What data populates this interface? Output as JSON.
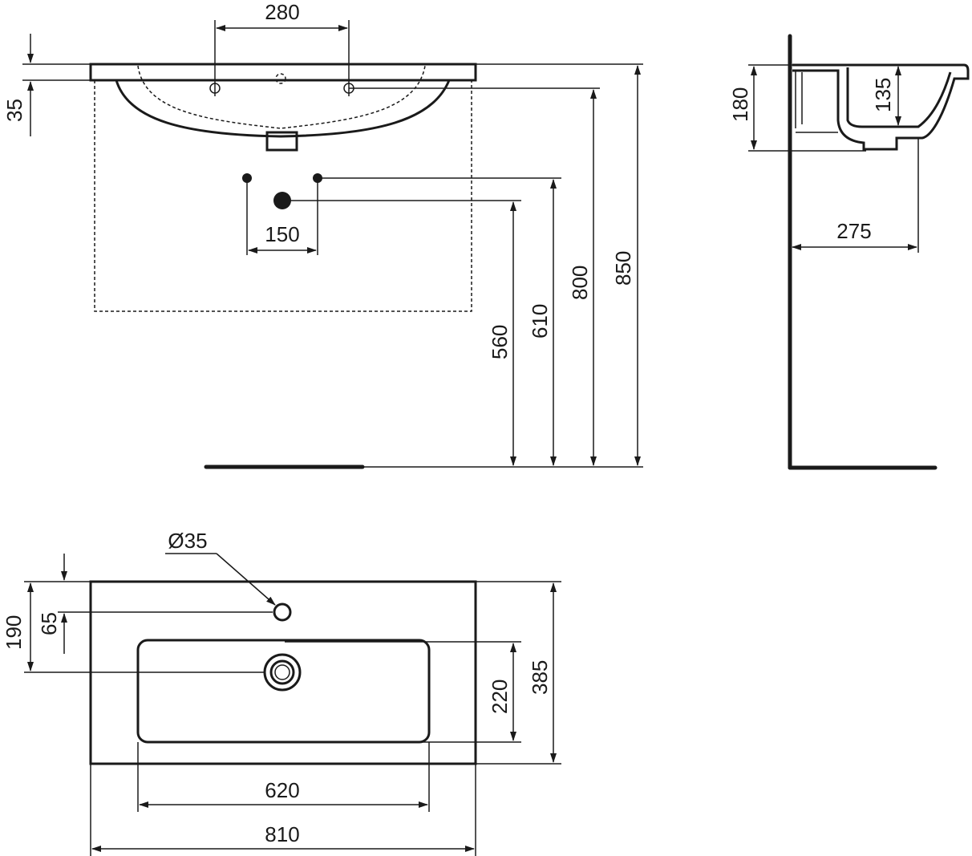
{
  "front_view": {
    "tap_spacing": "280",
    "rim_thickness": "35",
    "connection_spacing": "150",
    "drain_height": "560",
    "supply_height": "610",
    "overflow_height": "800",
    "rim_height": "850"
  },
  "side_view": {
    "basin_depth": "180",
    "bowl_depth": "135",
    "projection": "275"
  },
  "top_view": {
    "tap_hole": "Ø35",
    "tap_hole_offset": "190",
    "tap_to_edge": "65",
    "bowl_depth": "220",
    "overall_depth": "385",
    "bowl_width": "620",
    "overall_width": "810"
  }
}
